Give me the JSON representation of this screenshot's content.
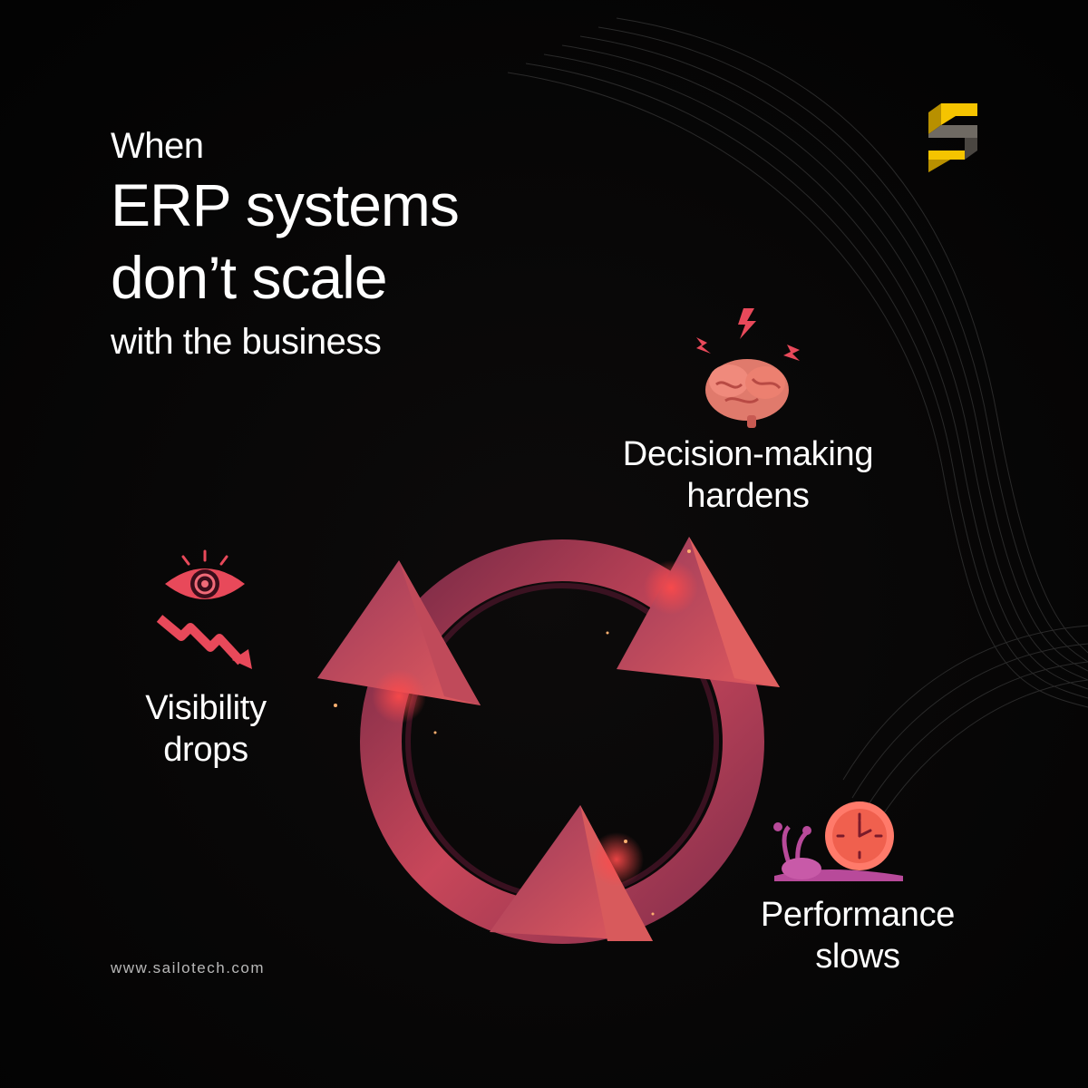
{
  "headline": {
    "line1": "When",
    "line2": "ERP systems",
    "line3": "don’t scale",
    "line4": "with the business"
  },
  "labels": {
    "decision": [
      "Decision-making",
      "hardens"
    ],
    "visibility": [
      "Visibility",
      "drops"
    ],
    "performance": [
      "Performance",
      "slows"
    ]
  },
  "footer": {
    "website": "www.sailotech.com"
  },
  "icons": {
    "logo": "sailotech-s-logo",
    "decision": "brain-lightning-icon",
    "visibility": "eye-trend-down-icon",
    "performance": "snail-clock-icon",
    "center": "cycle-arrows-icon"
  },
  "colors": {
    "background": "#050505",
    "text": "#ffffff",
    "accent": "#e8495a",
    "logo_yellow": "#f5c400",
    "logo_grey": "#6f6a63"
  }
}
